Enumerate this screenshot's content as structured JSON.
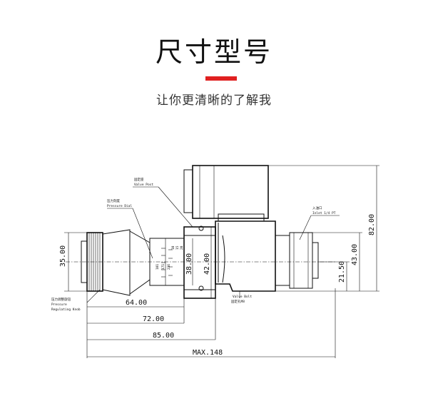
{
  "header": {
    "title": "尺寸型号",
    "subtitle": "让你更清晰的了解我",
    "accent_color": "#e02020"
  },
  "callouts": {
    "valve_post_cn": "固定座",
    "valve_post_en": "Valve Post",
    "pressure_dial_cn": "压力刻度",
    "pressure_dial_en": "Pressure Dial",
    "inlet_cn": "入油口",
    "inlet_en": "Inlet 1/4 PT",
    "knob_cn": "压力调整旋钮",
    "knob_en_1": "Pressure",
    "knob_en_2": "Regulating Knob",
    "valve_bolt_en": "Valve Bolt",
    "valve_bolt_cn": "固定孔M8"
  },
  "dial_scale": {
    "label_1": "101",
    "label_2": "171",
    "label_3": "236",
    "label_4": "10",
    "label_5": "15",
    "label_6": "20"
  },
  "dimensions": {
    "d35": "35.00",
    "d64": "64.00",
    "d72": "72.00",
    "d85": "85.00",
    "dmax": "MAX.148",
    "d38": "38.00",
    "d42": "42.00",
    "d82": "82.00",
    "d43": "43.00",
    "d2150": "21.50"
  }
}
